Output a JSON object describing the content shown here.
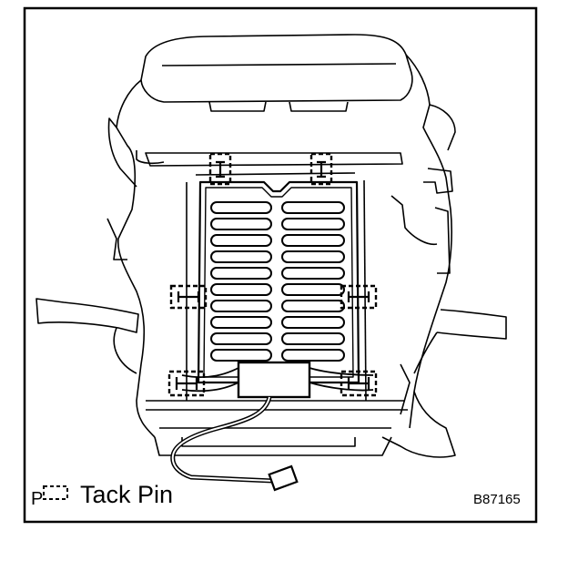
{
  "legend": {
    "prefix": "P",
    "label": "Tack Pin",
    "symbol_icon": "tack-pin-icon"
  },
  "figure_id": "B87165",
  "colors": {
    "line": "#000000",
    "background": "#ffffff"
  }
}
